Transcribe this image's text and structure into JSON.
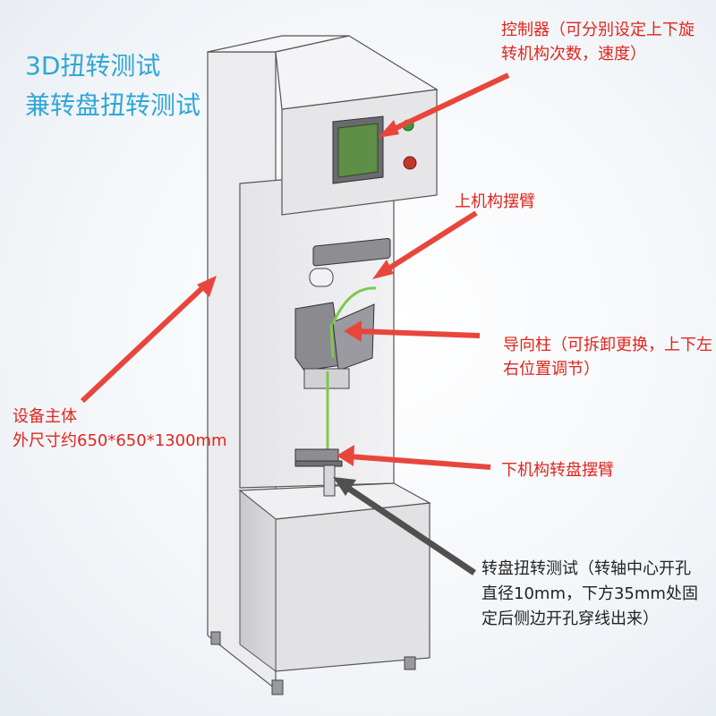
{
  "title": {
    "line1": "3D扭转测试",
    "line2": "兼转盘扭转测试"
  },
  "annotations": {
    "controller": {
      "line1": "控制器（可分别设定上下旋",
      "line2": "转机构次数，速度）"
    },
    "upper_arm": "上机构摆臂",
    "guide_post": {
      "line1": "导向柱（可拆卸更换，上下左",
      "line2": "右位置调节）"
    },
    "lower_arm": "下机构转盘摆臂",
    "main_body": {
      "line1": "设备主体",
      "line2": "外尺寸约650*650*1300mm"
    },
    "turntable_test": {
      "line1": "转盘扭转测试（转轴中心开孔",
      "line2": "直径10mm，下方35mm处固",
      "line3": "定后侧边开孔穿线出来）"
    }
  },
  "colors": {
    "title": "#2fa6d8",
    "label": "#e0261d",
    "dark_label": "#222222",
    "arrow_red": "#e8463c",
    "arrow_gray": "#505050",
    "machine_face": "#eeeef0",
    "machine_side": "#d6d6d9",
    "screen_green": "#5f8f46",
    "green_button": "#2e9e3a",
    "red_button": "#c0392b",
    "guide_wire": "#7ec850"
  }
}
